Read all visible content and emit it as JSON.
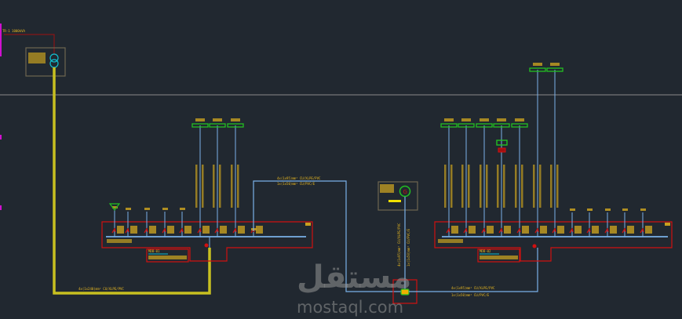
{
  "drawing": {
    "transformer_label": "TR-1 1000kVA",
    "main_cable_label": "4x(1x240)mm² CU/XLPE/PVC",
    "gen_cable_top": "4x(1x95)mm² CU/XLPE/PVC",
    "gen_cable_bottom": "1x(1x50)mm² CU/PVC/E",
    "tie_cable_top": "4x(1x95)mm² CU/XLPE/PVC",
    "tie_cable_bottom": "1x(1x50)mm² CU/PVC/E",
    "left_panel_name": "MDB-01",
    "right_panel_name": "MDB-02",
    "generator_symbol": "G"
  },
  "watermark": {
    "arabic": "مستقل",
    "latin": "mostaql.com"
  },
  "colors": {
    "background": "#212830",
    "panel_outline": "#d01010",
    "busbar": "#7ab0e8",
    "text": "#e8b820",
    "feeder_bar": "#22c022",
    "main_cable": "#c8c020"
  }
}
